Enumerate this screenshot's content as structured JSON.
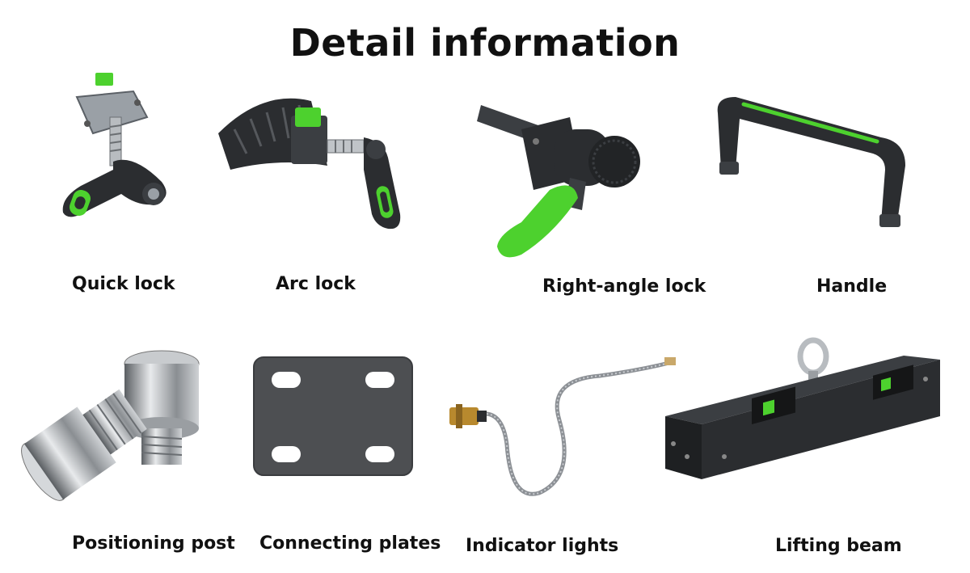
{
  "page": {
    "title": "Detail information",
    "accent_color": "#4dd12e",
    "metal_dark": "#2b2d30"
  },
  "items": [
    {
      "label": "Quick lock",
      "icon": "quick-lock-icon"
    },
    {
      "label": "Arc lock",
      "icon": "arc-lock-icon"
    },
    {
      "label": "Right-angle lock",
      "icon": "right-angle-lock-icon"
    },
    {
      "label": "Handle",
      "icon": "handle-icon"
    },
    {
      "label": "Positioning post",
      "icon": "positioning-post-icon"
    },
    {
      "label": "Connecting plates",
      "icon": "connecting-plate-icon"
    },
    {
      "label": "Indicator lights",
      "icon": "indicator-light-cable-icon"
    },
    {
      "label": "Lifting beam",
      "icon": "lifting-beam-icon"
    }
  ]
}
